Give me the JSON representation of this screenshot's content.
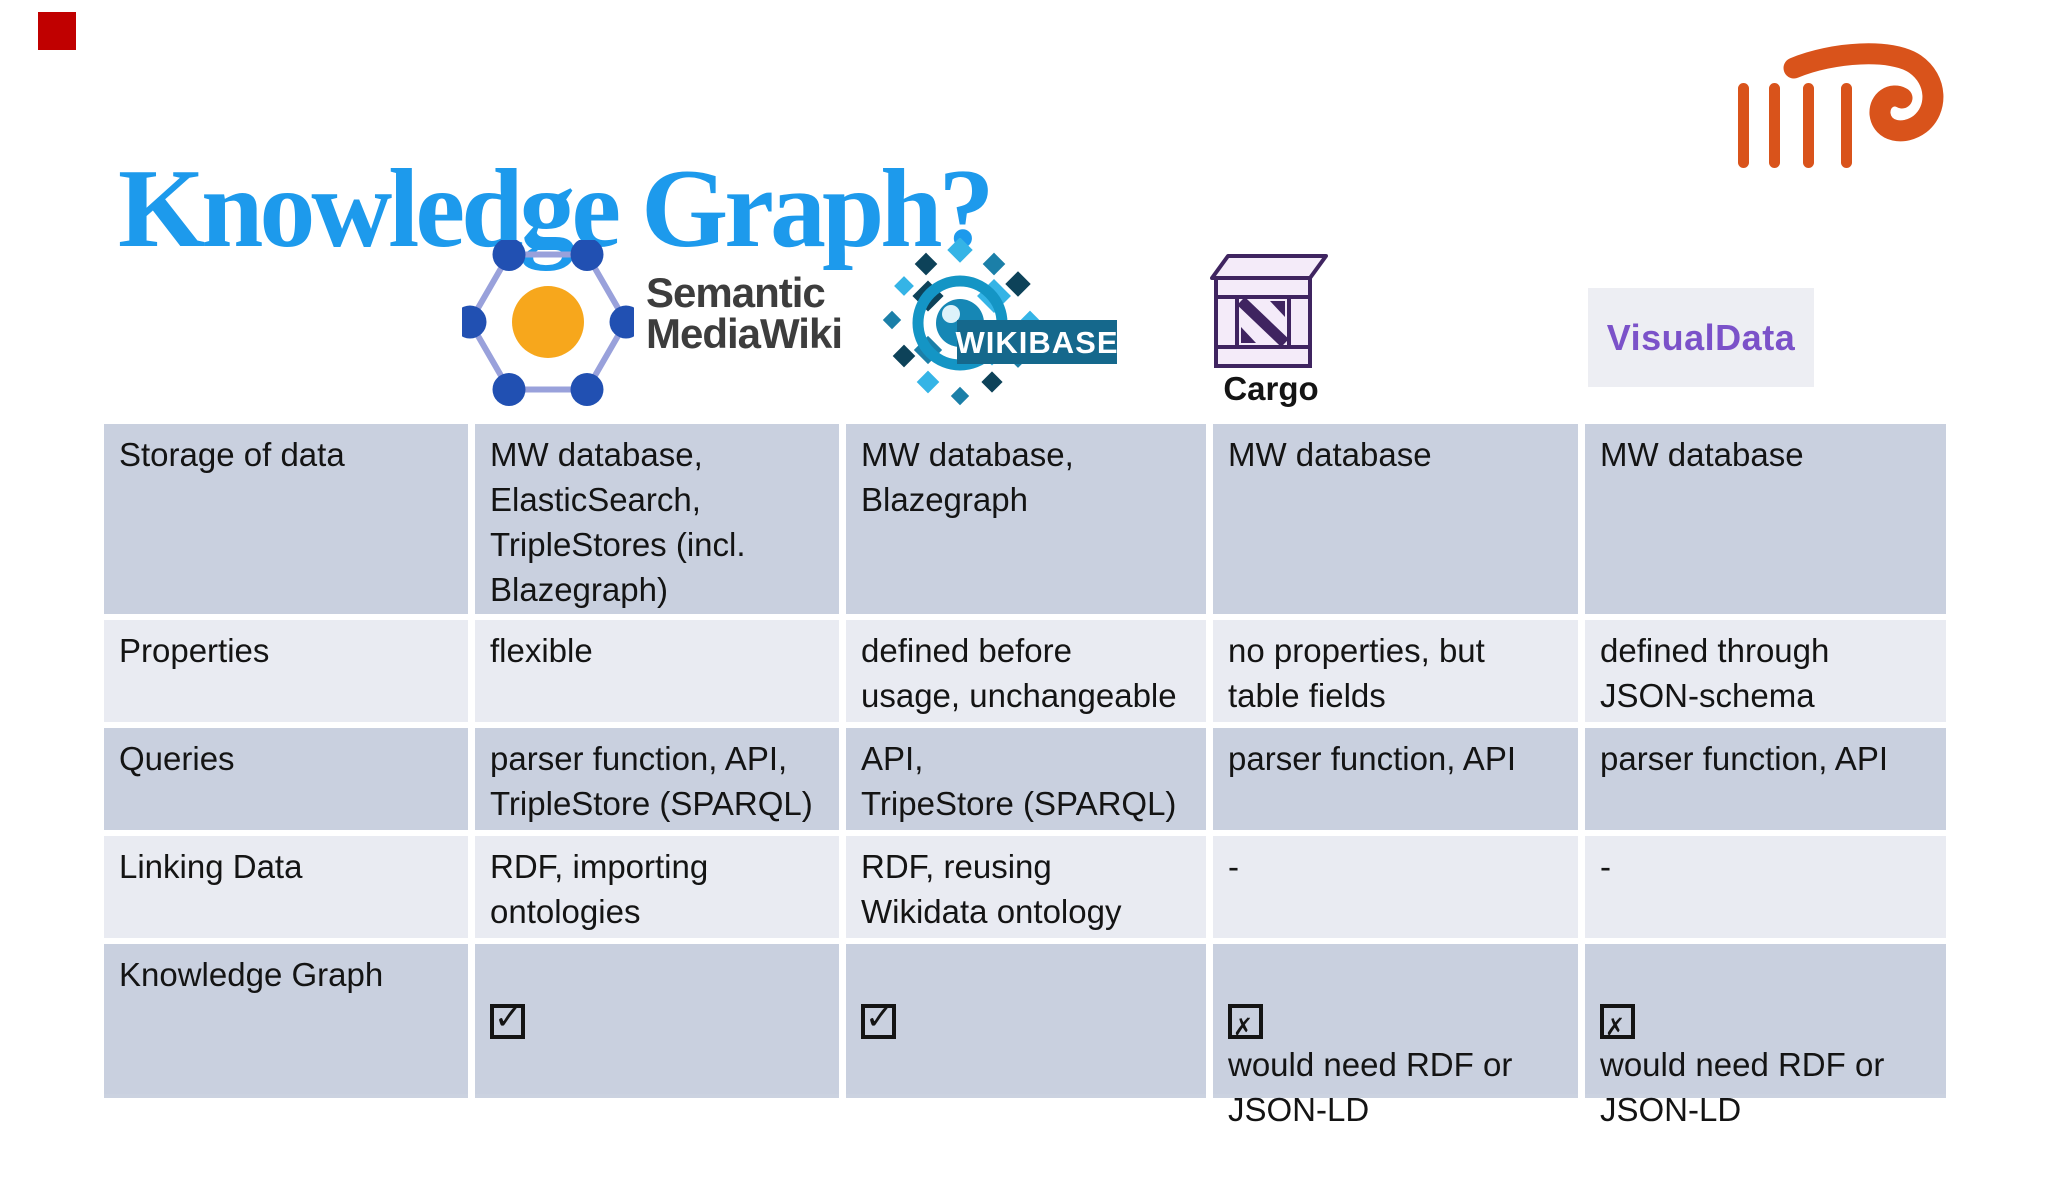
{
  "slide": {
    "title": "Knowledge Graph?",
    "accent_color": "#C00000",
    "title_color": "#1D9AEC"
  },
  "org_logo": {
    "description": "orange ionic column with volute",
    "color": "#D9531B"
  },
  "products": {
    "smw": {
      "name": "Semantic MediaWiki",
      "text_line1": "Semantic",
      "text_line2": "MediaWiki",
      "node_color": "#2150B2",
      "center_color": "#F7A71C"
    },
    "wikibase": {
      "banner": "WIKIBASE",
      "banner_color": "#15688C"
    },
    "cargo": {
      "label": "Cargo",
      "outline_color": "#3F2460",
      "fill_color": "#F4EBF9"
    },
    "visualdata": {
      "label": "VisualData",
      "text_color": "#7B52C9",
      "bg_color": "#EDEEF3"
    }
  },
  "table": {
    "row_dark_color": "#C9D0DF",
    "row_light_color": "#E9EBF2",
    "rows": [
      {
        "header": "Storage of data",
        "smw": "MW database,\nElasticSearch,\nTripleStores (incl.\nBlazegraph)",
        "wikibase": "MW database,\nBlazegraph",
        "cargo": "MW database",
        "visualdata": "MW database"
      },
      {
        "header": "Properties",
        "smw": "flexible",
        "wikibase": "defined before\nusage, unchangeable",
        "cargo": "no properties, but\ntable fields",
        "visualdata": "defined through\nJSON-schema"
      },
      {
        "header": "Queries",
        "smw": "parser function, API,\nTripleStore (SPARQL)",
        "wikibase": "API,\nTripeStore (SPARQL)",
        "cargo": "parser function, API",
        "visualdata": "parser function, API"
      },
      {
        "header": "Linking Data",
        "smw": "RDF, importing\nontologies",
        "wikibase": "RDF, reusing\nWikidata ontology",
        "cargo": "-",
        "visualdata": "-"
      },
      {
        "header": "Knowledge Graph",
        "smw_check": "✓",
        "wikibase_check": "✓",
        "cargo_check": "✗",
        "cargo_note": "would need RDF or\nJSON-LD",
        "visualdata_check": "✗",
        "visualdata_note": "would need RDF or\nJSON-LD"
      }
    ]
  }
}
